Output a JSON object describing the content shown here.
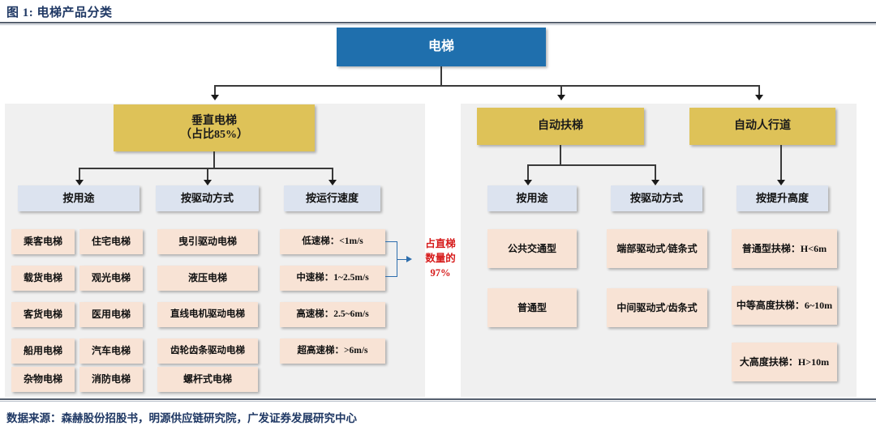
{
  "figure": {
    "title": "图 1: 电梯产品分类",
    "source": "数据来源：森赫股份招股书，明源供应链研究院，广发证券发展研究中心"
  },
  "colors": {
    "root": "#1F6FAD",
    "level2": "#DEC258",
    "level3": "#DCE3EF",
    "leaf": "#F8E3D5",
    "panel": "#F0F0F0",
    "annotation": "#D61A1A",
    "bracket": "#2E6EAD",
    "title_text": "#1F3864"
  },
  "tree": {
    "root": {
      "label": "电梯"
    },
    "branches": [
      {
        "name": "vertical-elevator",
        "label_line1": "垂直电梯",
        "label_line2": "（占比85%）",
        "categories": [
          {
            "name": "by-use",
            "header": "按用途",
            "items": [
              "乘客电梯",
              "住宅电梯",
              "载货电梯",
              "观光电梯",
              "客货电梯",
              "医用电梯",
              "船用电梯",
              "汽车电梯",
              "杂物电梯",
              "消防电梯"
            ]
          },
          {
            "name": "by-drive",
            "header": "按驱动方式",
            "items": [
              "曳引驱动电梯",
              "液压电梯",
              "直线电机驱动电梯",
              "齿轮齿条驱动电梯",
              "螺杆式电梯"
            ]
          },
          {
            "name": "by-speed",
            "header": "按运行速度",
            "items": [
              "低速梯：<1m/s",
              "中速梯：1~2.5m/s",
              "高速梯：2.5~6m/s",
              "超高速梯：>6m/s"
            ]
          }
        ]
      },
      {
        "name": "escalator",
        "label_line1": "自动扶梯",
        "categories": [
          {
            "name": "esc-by-use",
            "header": "按用途",
            "items": [
              "公共交通型",
              "普通型"
            ]
          },
          {
            "name": "esc-by-drive",
            "header": "按驱动方式",
            "items": [
              "端部驱动式/链条式",
              "中间驱动式/齿条式"
            ]
          }
        ]
      },
      {
        "name": "moving-walkway",
        "label_line1": "自动人行道",
        "categories": [
          {
            "name": "walk-by-height",
            "header": "按提升高度",
            "items": [
              "普通型扶梯：H<6m",
              "中等高度扶梯：6~10m",
              "大高度扶梯：H>10m"
            ]
          }
        ]
      }
    ]
  },
  "annotation": {
    "line1": "占直梯",
    "line2": "数量的",
    "line3": "97%"
  }
}
